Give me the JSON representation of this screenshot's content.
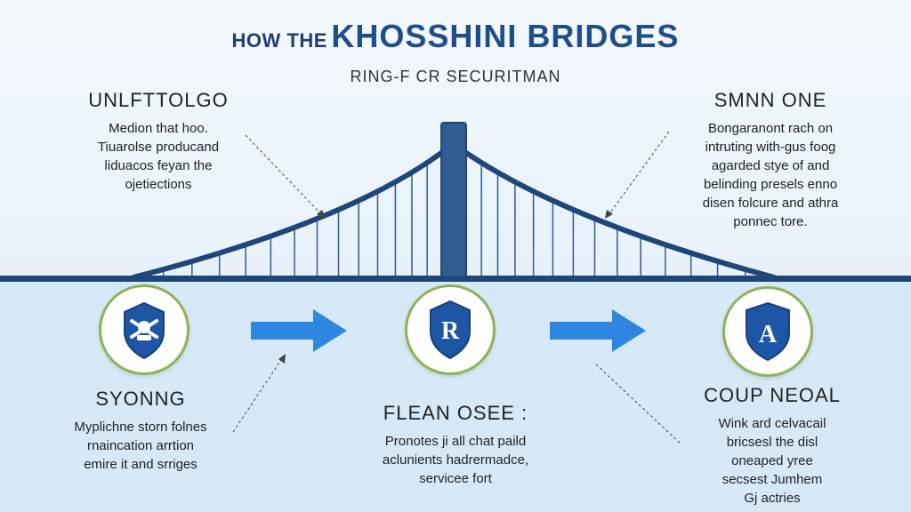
{
  "header": {
    "title_prefix": "HOW THE",
    "title_main": "KHOSSHINI BRIDGES",
    "subtitle": "RING-F CR SECURITMAN"
  },
  "top_left": {
    "heading": "UNLFTTOLGO",
    "lines": [
      "Medion that hoo.",
      "Tiuarolse producand",
      "liduacos feyan the",
      "ojetiections"
    ]
  },
  "top_right": {
    "heading": "SMNN ONE",
    "lines": [
      "Bongaranont rach on",
      "intruting with-gus foog",
      "agarded stye of and",
      "belinding presels enno",
      "disen folcure and athra",
      "ponnec tore."
    ]
  },
  "steps": [
    {
      "heading": "SYONNG",
      "lines": [
        "Myplichne storn folnes",
        "rnaincation arrtion",
        "emire it and srriges"
      ],
      "icon": "shield-emblem-icon",
      "glyph": ""
    },
    {
      "heading": "FLEAN OSEE :",
      "lines": [
        "Pronotes ji all chat paild",
        "aclunients hadrermadce,",
        "servicee fort"
      ],
      "icon": "shield-r-icon",
      "glyph": "R"
    },
    {
      "heading": "COUP NEOAL",
      "lines": [
        "Wink ard celvacail",
        "bricsesl the disl",
        "oneaped yree",
        "secsest Jumhem",
        "Gj actries"
      ],
      "icon": "shield-a-icon",
      "glyph": "A"
    }
  ],
  "colors": {
    "bridge": "#1f4678",
    "tower": "#2f5c93",
    "water": "#d7e9f7",
    "arrow": "#2f86e0",
    "badge_ring": "#8db356",
    "shield": "#1e56a6"
  }
}
